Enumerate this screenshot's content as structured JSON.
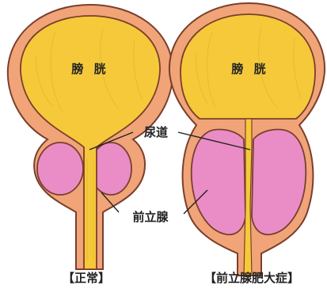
{
  "labels": {
    "bladder_left": "膀 胱",
    "bladder_right": "膀 胱",
    "urethra": "尿道",
    "prostate": "前立腺",
    "caption_normal": "【正常】",
    "caption_bph": "【前立腺肥大症】"
  },
  "colors": {
    "outline": "#7a3f2c",
    "wall": "#f0a478",
    "bladder": "#f5c93a",
    "prostate": "#ea8dc6",
    "background": "#ffffff"
  }
}
